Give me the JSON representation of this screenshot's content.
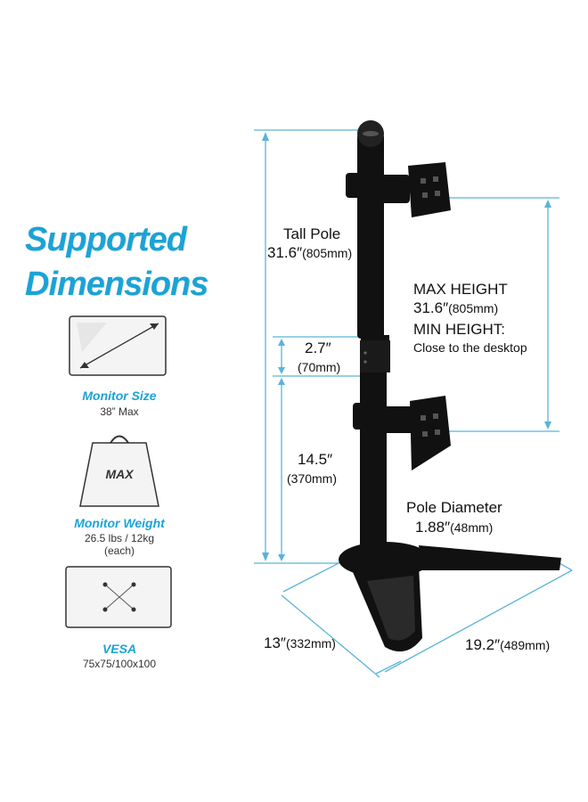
{
  "headline": {
    "line1": "Supported",
    "line2": "Dimensions"
  },
  "specs": [
    {
      "title": "Monitor Size",
      "detail": "38” Max"
    },
    {
      "title": "Monitor Weight",
      "detail": "26.5 lbs / 12kg",
      "detail2": "(each)",
      "icon_text": "MAX"
    },
    {
      "title": "VESA",
      "detail": "75x75/100x100"
    }
  ],
  "dimensions": {
    "tall_pole": {
      "label": "Tall Pole",
      "value": "31.6″",
      "metric": "(805mm)"
    },
    "max_height": {
      "label": "MAX HEIGHT",
      "value": "31.6″",
      "metric": "(805mm)"
    },
    "min_height": {
      "label": "MIN HEIGHT:",
      "note": "Close to the desktop"
    },
    "gap": {
      "value": "2.7″",
      "metric": "(70mm)"
    },
    "lower": {
      "value": "14.5″",
      "metric": "(370mm)"
    },
    "pole_diameter": {
      "label": "Pole Diameter",
      "value": "1.88″",
      "metric": "(48mm)"
    },
    "base_depth": {
      "value": "13″",
      "metric": "(332mm)"
    },
    "base_width": {
      "value": "19.2″",
      "metric": "(489mm)"
    }
  },
  "colors": {
    "accent": "#1ba3d6",
    "dimension_line": "#5ab4d8",
    "product": "#111111"
  }
}
